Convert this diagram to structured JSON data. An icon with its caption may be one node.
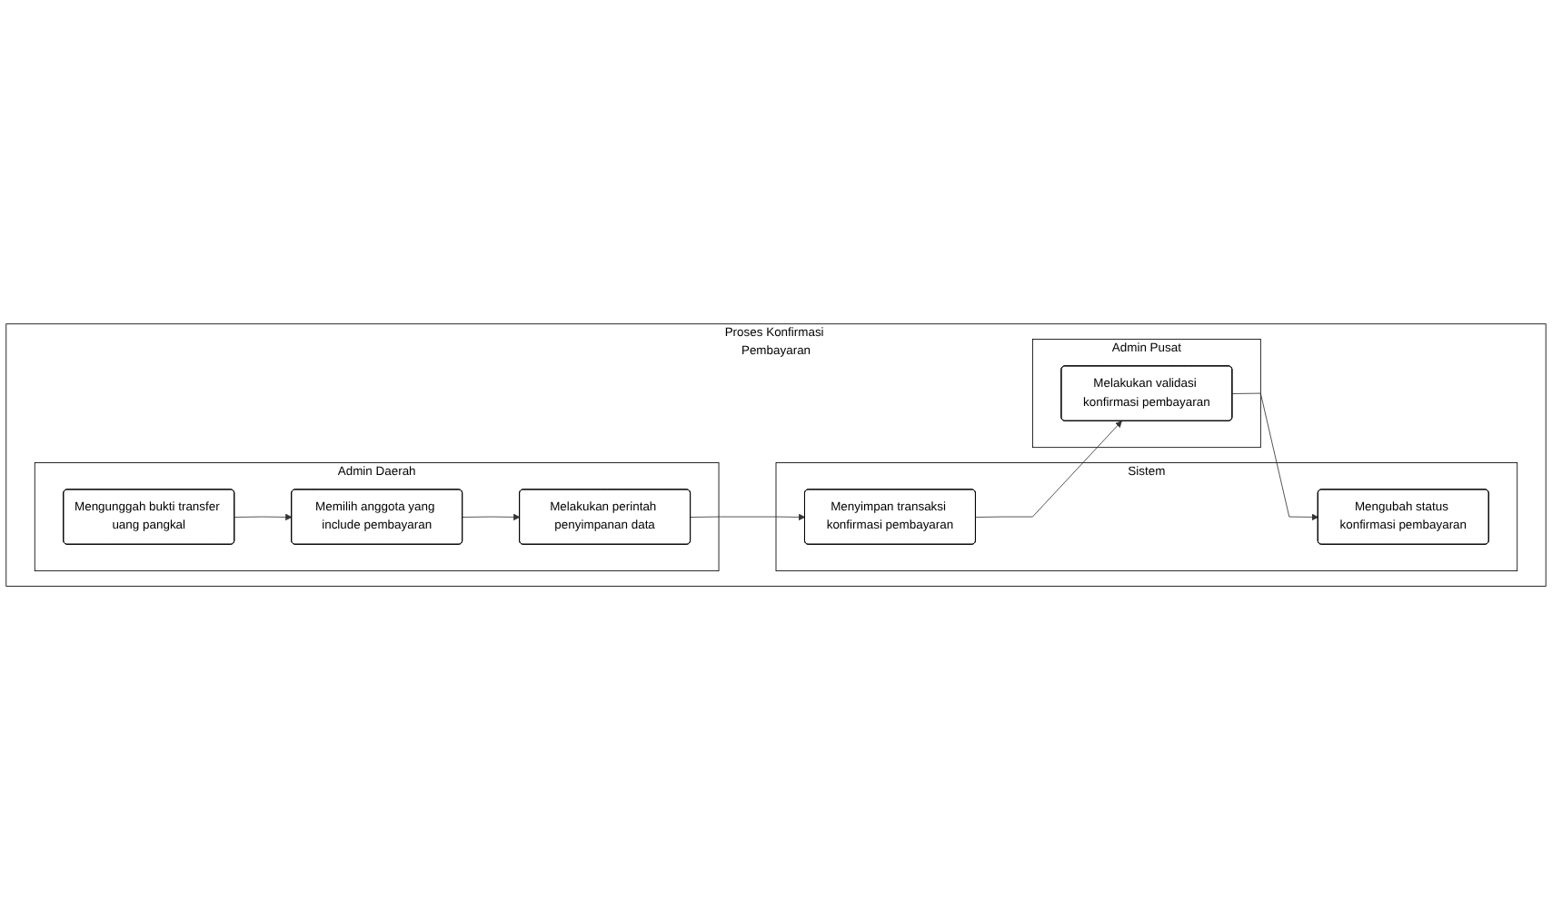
{
  "diagram": {
    "nodes": [
      {
        "text": [
          "Proses Konfirmasi Pembayaran"
        ]
      },
      {
        "text": [
          "Admin Daerah"
        ],
        "in": 0
      },
      {
        "text": [
          "Mengunggah bukti transfer uang pangkal"
        ],
        "in": 1
      },
      {
        "text": [
          "Memilih anggota yang include pembayaran"
        ],
        "in": 1
      },
      {
        "text": [
          "Melakukan perintah penyimpanan data"
        ],
        "in": 1
      },
      {
        "text": [
          "Sistem"
        ],
        "in": 0
      },
      {
        "text": [
          "Mengubah status konfirmasi pembayaran"
        ],
        "in": 5
      },
      {
        "text": [
          "Menyimpan transaksi konfirmasi pembayaran"
        ],
        "in": 5
      },
      {
        "text": [
          "Admin Pusat"
        ],
        "in": 0
      },
      {
        "text": [
          "Melakukan validasi konfirmasi pembayaran"
        ],
        "in": 8
      }
    ],
    "edges": [
      {
        "from": 2,
        "to": 3,
        "arrow": "to"
      },
      {
        "from": 3,
        "to": 4,
        "arrow": "to"
      },
      {
        "from": 4,
        "to": 7,
        "arrow": "to"
      },
      {
        "from": 7,
        "to": 9,
        "arrow": "to"
      },
      {
        "from": 9,
        "to": 6,
        "arrow": "to"
      }
    ]
  }
}
